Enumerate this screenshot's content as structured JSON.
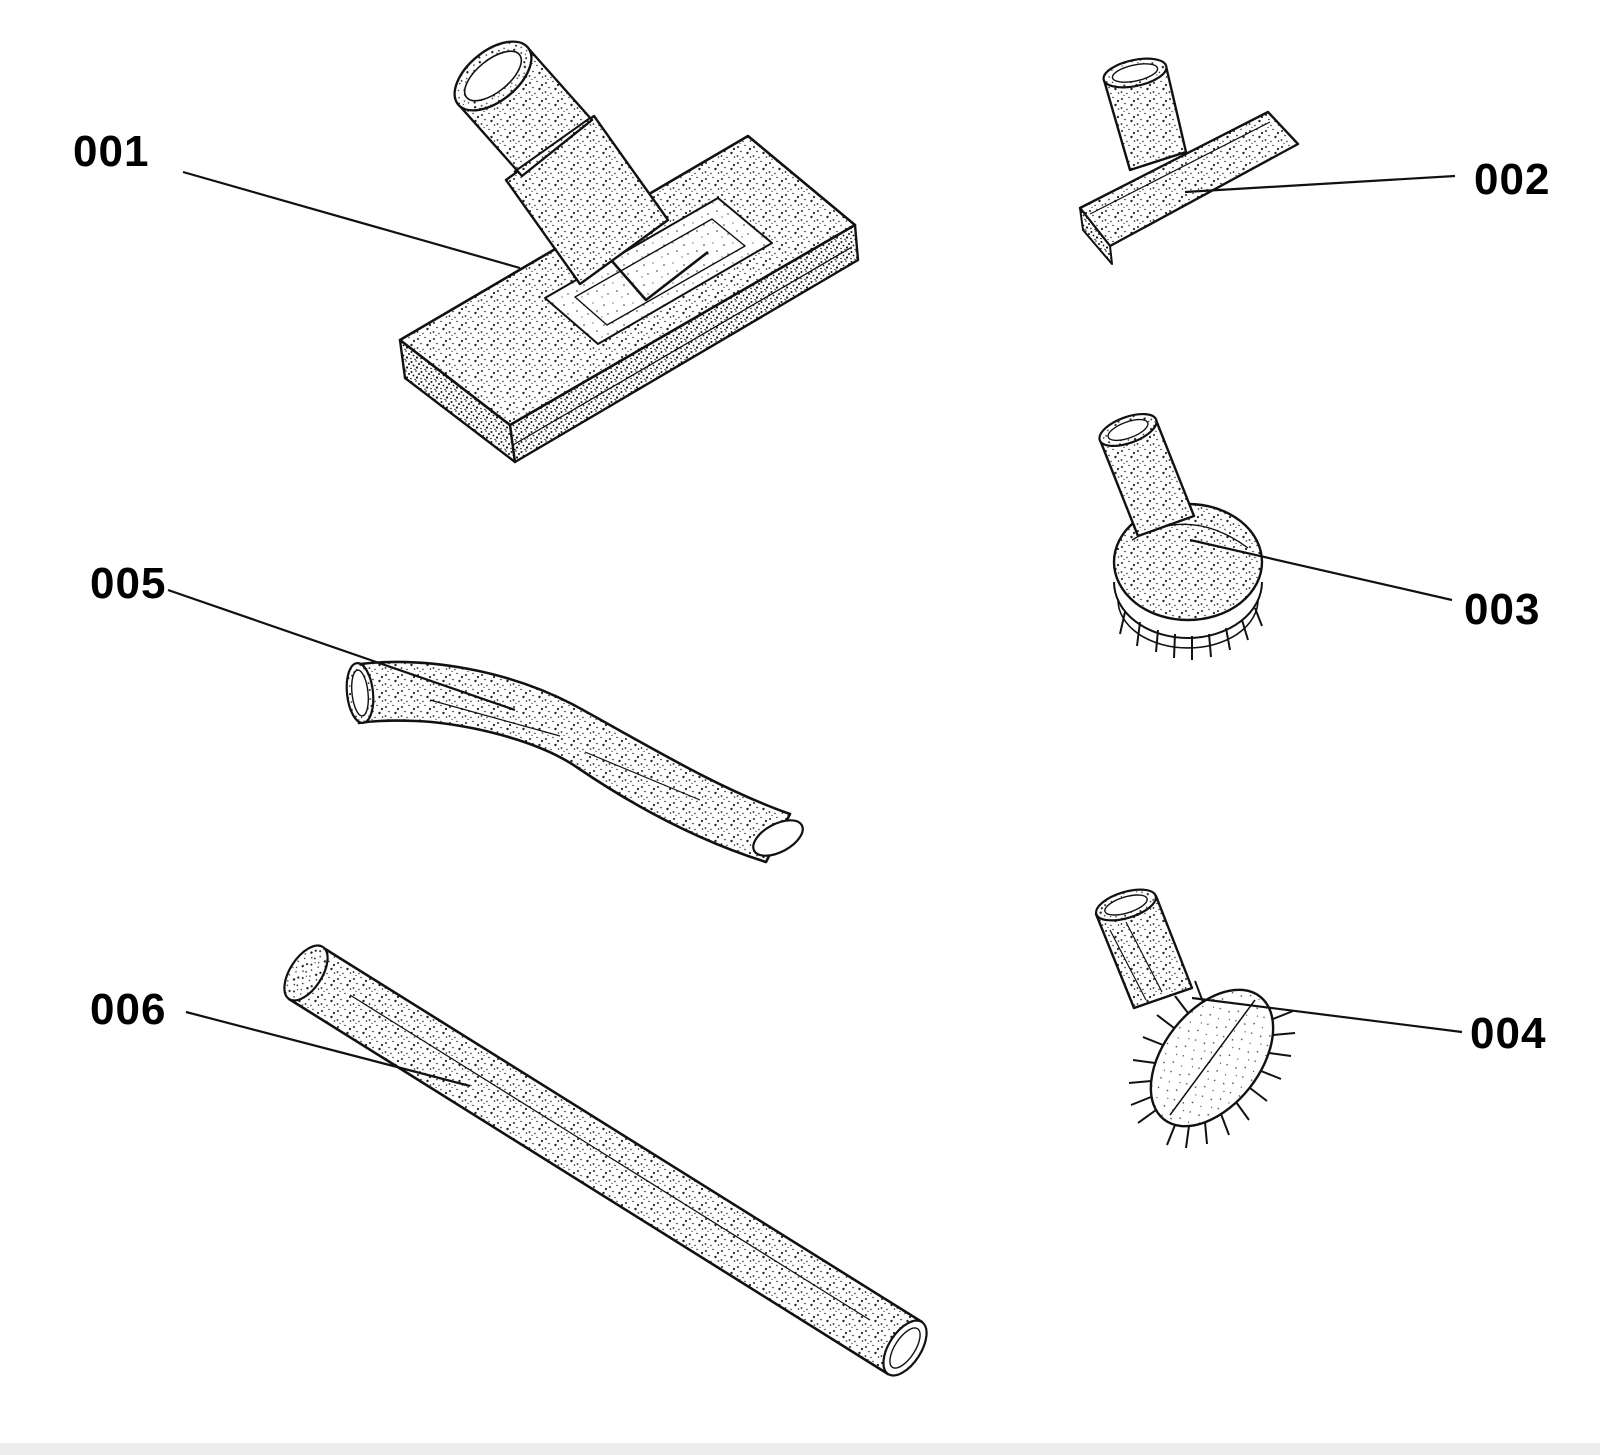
{
  "diagram": {
    "type": "parts-diagram",
    "subject": "vacuum-cleaner-attachments",
    "background_color": "#ffffff",
    "line_color": "#111111",
    "label_color": "#000000",
    "parts": [
      {
        "label": "001",
        "name": "floor-nozzle"
      },
      {
        "label": "002",
        "name": "upholstery-nozzle"
      },
      {
        "label": "003",
        "name": "round-dusting-brush"
      },
      {
        "label": "004",
        "name": "oval-bristle-brush"
      },
      {
        "label": "005",
        "name": "bent-wand"
      },
      {
        "label": "006",
        "name": "extension-tube"
      }
    ]
  }
}
